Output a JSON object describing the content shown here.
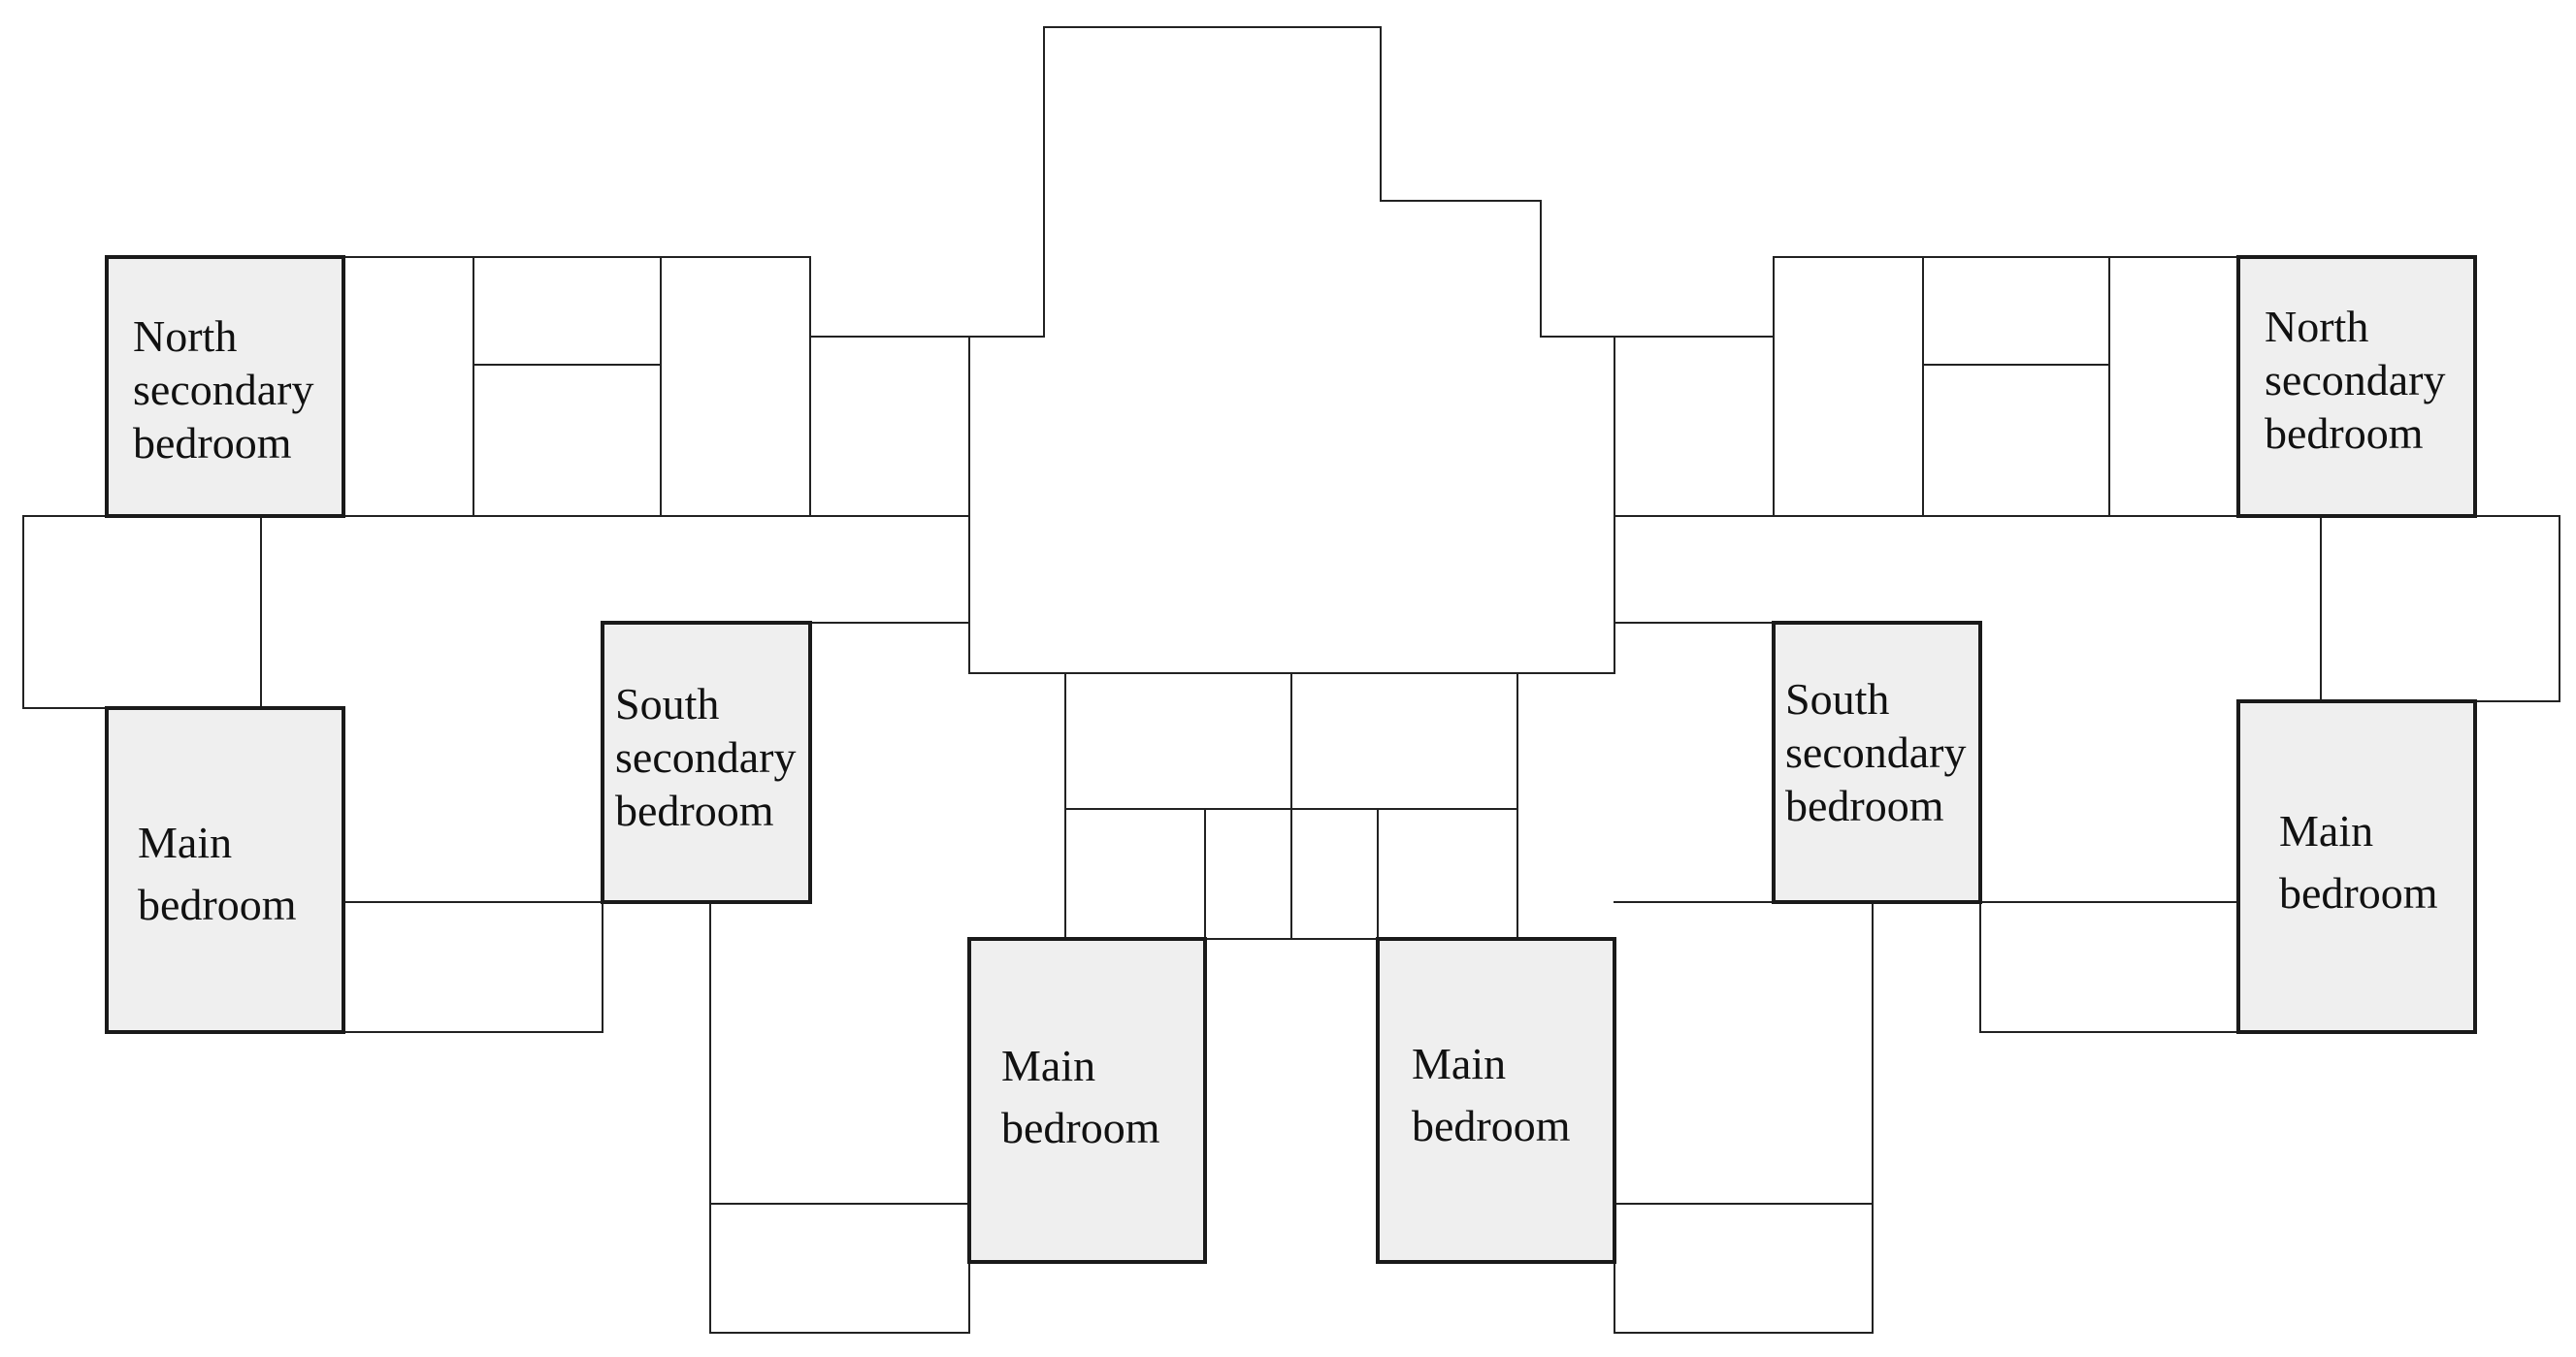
{
  "rooms": {
    "north_secondary_left": [
      "North",
      "secondary",
      "bedroom"
    ],
    "north_secondary_right": [
      "North",
      "secondary",
      "bedroom"
    ],
    "south_secondary_left": [
      "South",
      "secondary",
      "bedroom"
    ],
    "south_secondary_right": [
      "South",
      "secondary",
      "bedroom"
    ],
    "main_far_left": [
      "Main",
      "bedroom"
    ],
    "main_far_right": [
      "Main",
      "bedroom"
    ],
    "main_center_left": [
      "Main",
      "bedroom"
    ],
    "main_center_right": [
      "Main",
      "bedroom"
    ]
  }
}
